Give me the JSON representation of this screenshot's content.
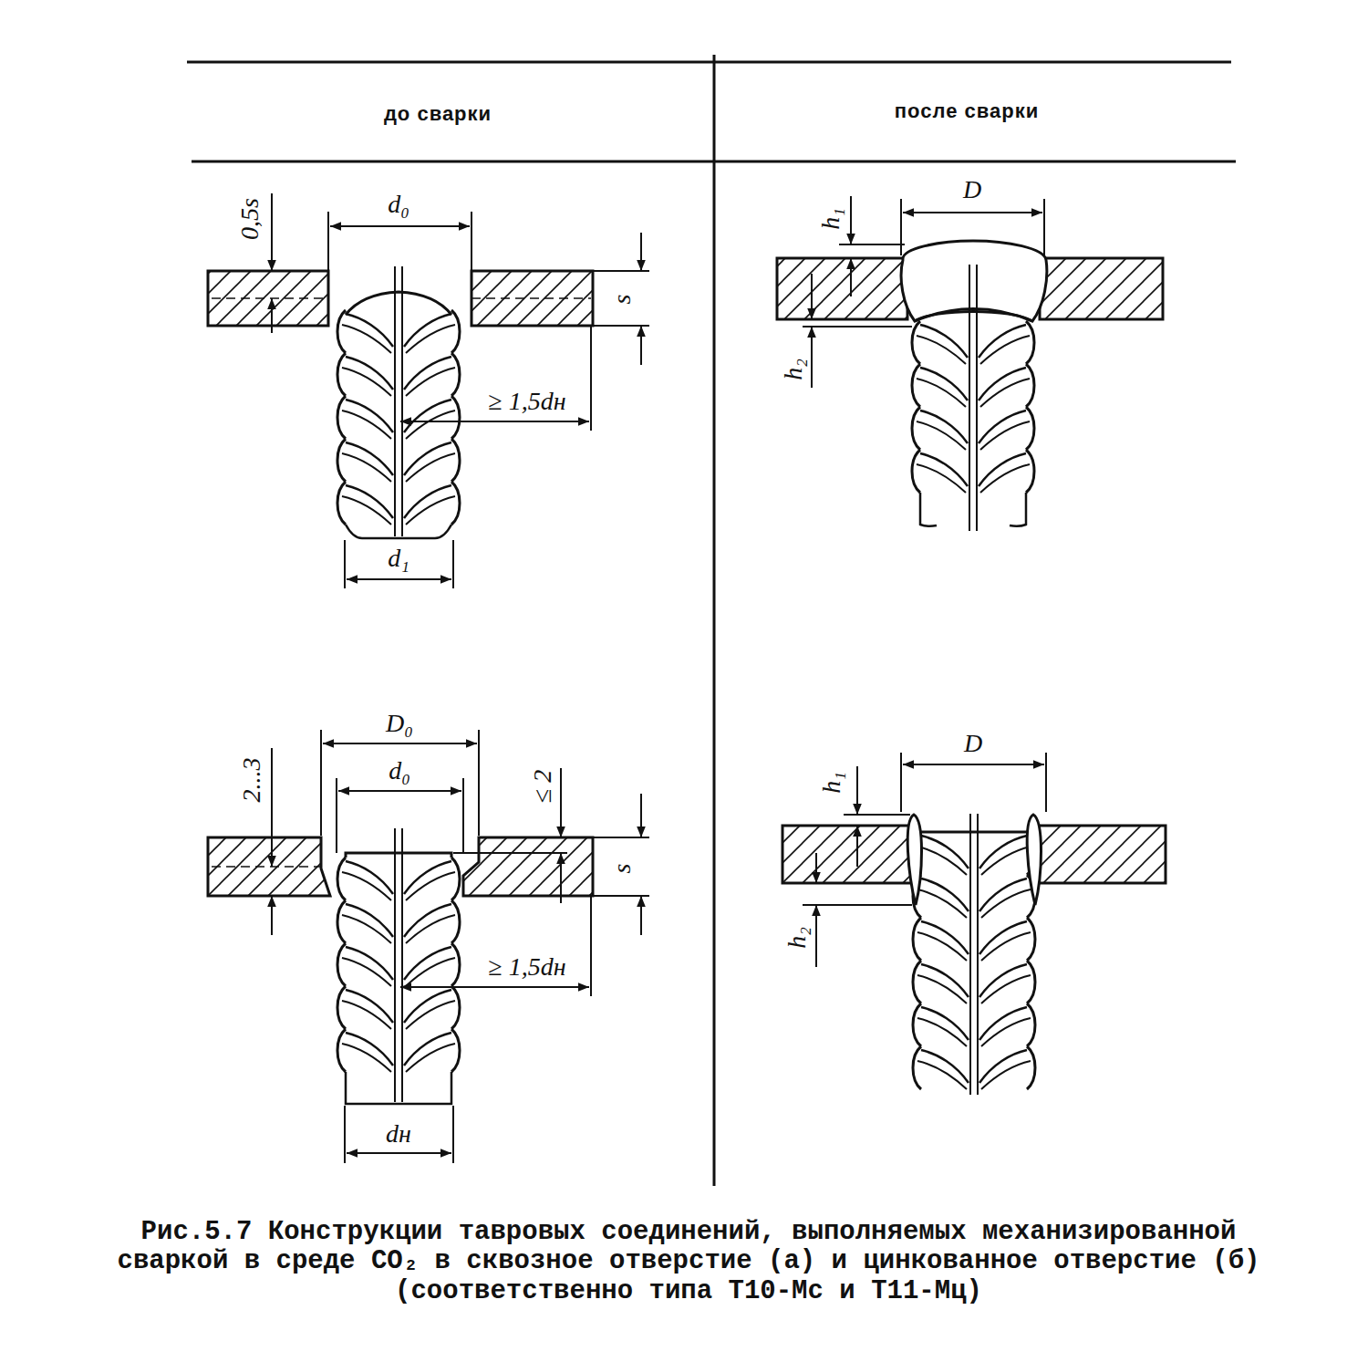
{
  "diagram": {
    "caption": "Рис.5.7 Конструкции тавровых соединений, выполняемых механизированной сваркой в среде CO₂ в сквозное отверстие (а) и цинкованное отверстие (б) (соответственно типа Т10-Мс и Т11-Мц)",
    "labels": [
      "до сварки",
      "после сварки",
      "0,5s",
      "d₀",
      "s",
      "≥ 1,5dн",
      "d₁",
      "h₁",
      "D",
      "h₂",
      "2...3",
      "D₀",
      "d₀",
      "≤ 2",
      "s",
      "≥ 1,5dн",
      "dн",
      "h₁",
      "D",
      "h₂"
    ]
  }
}
